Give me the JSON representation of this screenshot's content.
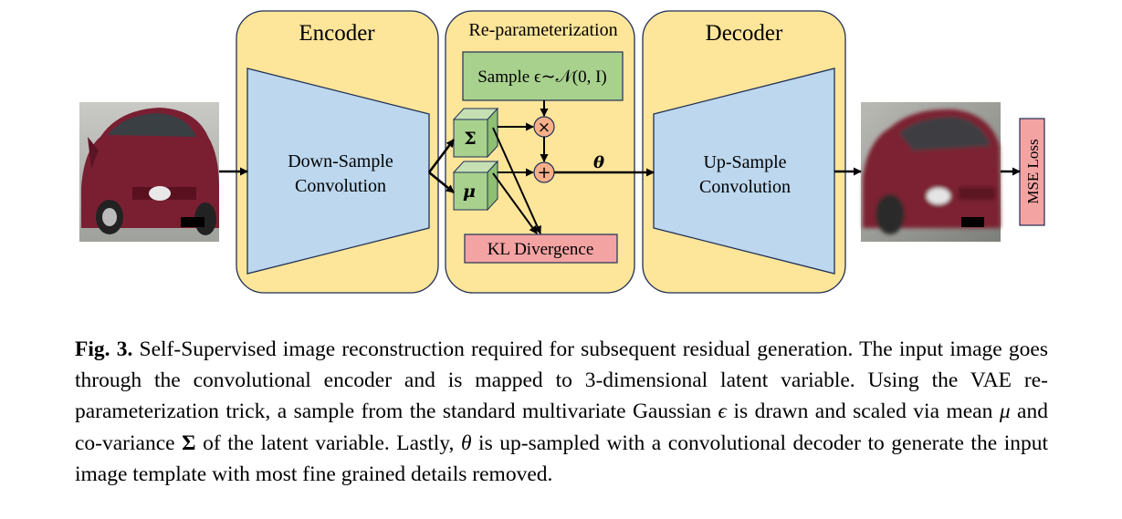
{
  "colors": {
    "panel_fill": "#fde59a",
    "trapezoid_fill": "#bcd7ee",
    "sample_fill": "#a9d18e",
    "cube_fill": "#a9d18e",
    "kl_fill": "#f4a3a3",
    "loss_fill": "#f4a3a3",
    "op_fill": "#f7b08a"
  },
  "icons": {
    "input_image": "red-car-photo",
    "output_image": "blurred-red-car-photo",
    "multiply": "multiply-circle",
    "add": "add-circle"
  },
  "diagram": {
    "encoder_title": "Encoder",
    "reparam_title": "Re-parameterization",
    "decoder_title": "Decoder",
    "encoder_label_line1": "Down-Sample",
    "encoder_label_line2": "Convolution",
    "decoder_label_line1": "Up-Sample",
    "decoder_label_line2": "Convolution",
    "sample_label": "Sample ϵ∼𝒩(0, I)",
    "sigma_label": "Σ",
    "mu_label": "μ",
    "theta_label": "θ",
    "multiply_symbol": "×",
    "add_symbol": "+",
    "kl_label": "KL Divergence",
    "loss_label": "MSE Loss"
  },
  "caption": {
    "fig_label": "Fig. 3.",
    "text_1": " Self-Supervised image reconstruction required for subsequent residual generation. The input image goes through the convolutional encoder and is mapped to 3-dimensional latent variable. Using the VAE re-parameterization trick, a sample from the standard multivariate Gaussian ",
    "epsilon": "ϵ",
    "text_2": " is drawn and scaled via mean ",
    "mu": "μ",
    "text_3": " and co-variance ",
    "sigma": "Σ",
    "text_4": " of the latent variable. Lastly, ",
    "theta": "θ",
    "text_5": " is up-sampled with a convolutional decoder to generate the input image template with most fine grained details removed."
  }
}
